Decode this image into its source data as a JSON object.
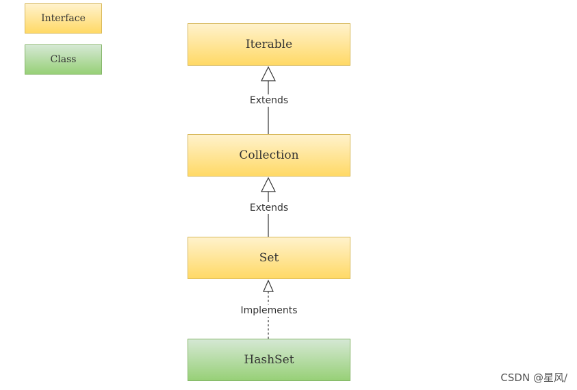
{
  "legend": {
    "interface_label": "Interface",
    "class_label": "Class"
  },
  "nodes": {
    "iterable": "Iterable",
    "collection": "Collection",
    "set": "Set",
    "hashset": "HashSet"
  },
  "edges": {
    "collection_to_iterable": "Extends",
    "set_to_collection": "Extends",
    "hashset_to_set": "Implements"
  },
  "colors": {
    "interface_fill": "#ffd966",
    "class_fill": "#97d077",
    "edge": "#333333"
  },
  "watermark": "CSDN @星风/"
}
